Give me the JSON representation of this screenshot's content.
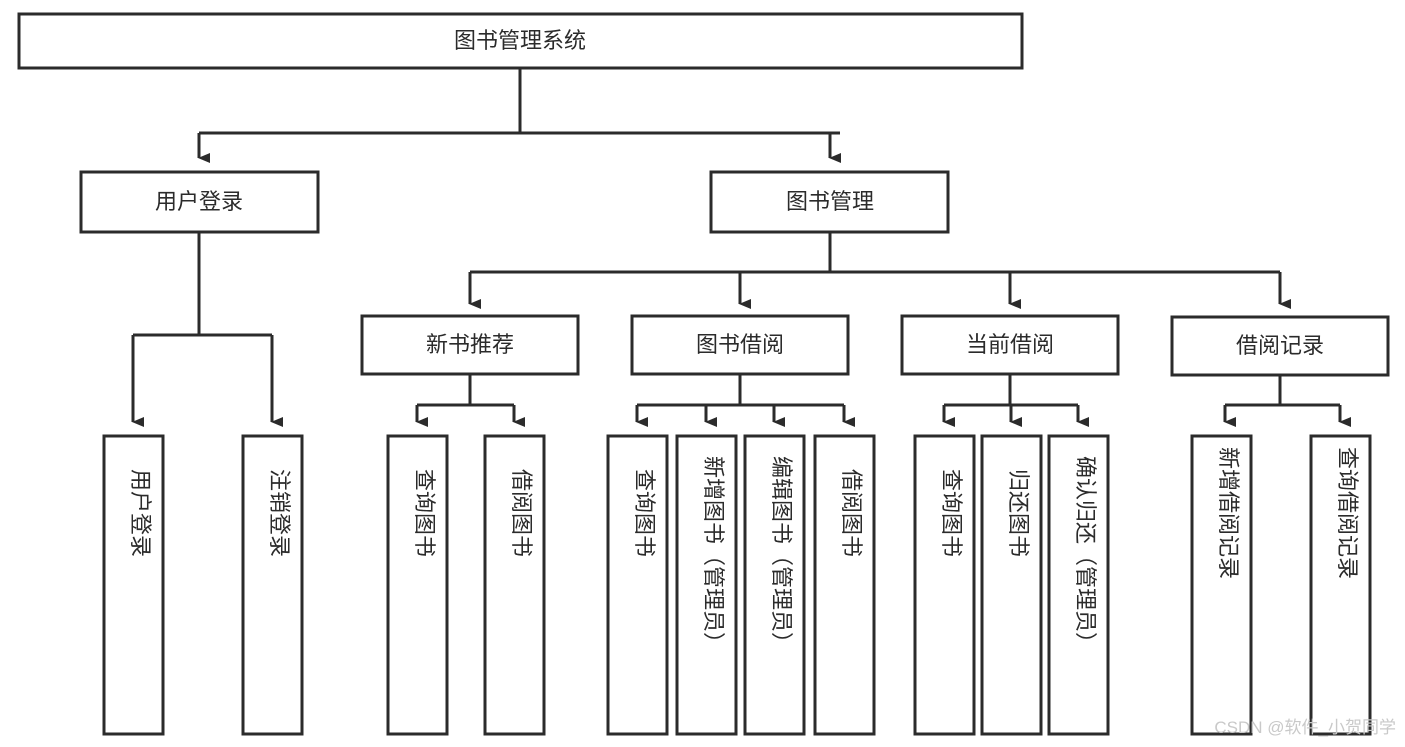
{
  "diagram": {
    "title": "图书管理系统",
    "type": "hierarchy-tree",
    "accent_color": "#2b2b2b",
    "box_fill": "#ffffff",
    "levels": {
      "root": {
        "label": "图书管理系统",
        "orientation": "horizontal"
      },
      "level2": [
        {
          "label": "用户登录",
          "orientation": "horizontal"
        },
        {
          "label": "图书管理",
          "orientation": "horizontal"
        }
      ],
      "level3": [
        {
          "label": "新书推荐",
          "orientation": "horizontal"
        },
        {
          "label": "图书借阅",
          "orientation": "horizontal"
        },
        {
          "label": "当前借阅",
          "orientation": "horizontal"
        },
        {
          "label": "借阅记录",
          "orientation": "horizontal"
        }
      ],
      "leaves": {
        "user_login": [
          {
            "label": "用户登录",
            "orientation": "vertical"
          },
          {
            "label": "注销登录",
            "orientation": "vertical"
          }
        ],
        "new_book_recommend": [
          {
            "label": "查询图书",
            "orientation": "vertical"
          },
          {
            "label": "借阅图书",
            "orientation": "vertical"
          }
        ],
        "book_borrow": [
          {
            "label": "查询图书",
            "orientation": "vertical"
          },
          {
            "label": "新增图书（管理员）",
            "orientation": "vertical"
          },
          {
            "label": "编辑图书（管理员）",
            "orientation": "vertical"
          },
          {
            "label": "借阅图书",
            "orientation": "vertical"
          }
        ],
        "current_borrow": [
          {
            "label": "查询图书",
            "orientation": "vertical"
          },
          {
            "label": "归还图书",
            "orientation": "vertical"
          },
          {
            "label": "确认归还（管理员）",
            "orientation": "vertical"
          }
        ],
        "borrow_record": [
          {
            "label": "新增借阅记录",
            "orientation": "vertical"
          },
          {
            "label": "查询借阅记录",
            "orientation": "vertical"
          }
        ]
      }
    },
    "watermark": "CSDN @软件_小贺同学"
  }
}
